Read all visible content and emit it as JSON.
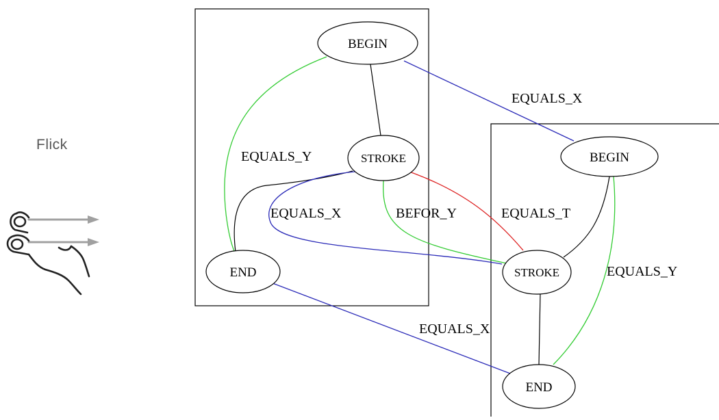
{
  "gesture": {
    "label": "Flick",
    "icon": "two-finger-flick-icon"
  },
  "graph_left": {
    "nodes": {
      "begin": "BEGIN",
      "stroke": "STROKE",
      "end": "END"
    }
  },
  "graph_right": {
    "nodes": {
      "begin": "BEGIN",
      "stroke": "STROKE",
      "end": "END"
    }
  },
  "edge_labels": {
    "begin_begin": "EQUALS_X",
    "left_begin_end": "EQUALS_Y",
    "left_stroke_right_stroke_blue": "EQUALS_X",
    "left_stroke_right_stroke_green": "BEFOR_Y",
    "left_stroke_right_stroke_red": "EQUALS_T",
    "right_begin_end": "EQUALS_Y",
    "end_end": "EQUALS_X"
  },
  "colors": {
    "x_relation": "#2b2bb8",
    "y_relation": "#33cc33",
    "t_relation": "#dd2222",
    "structural": "#000000"
  }
}
